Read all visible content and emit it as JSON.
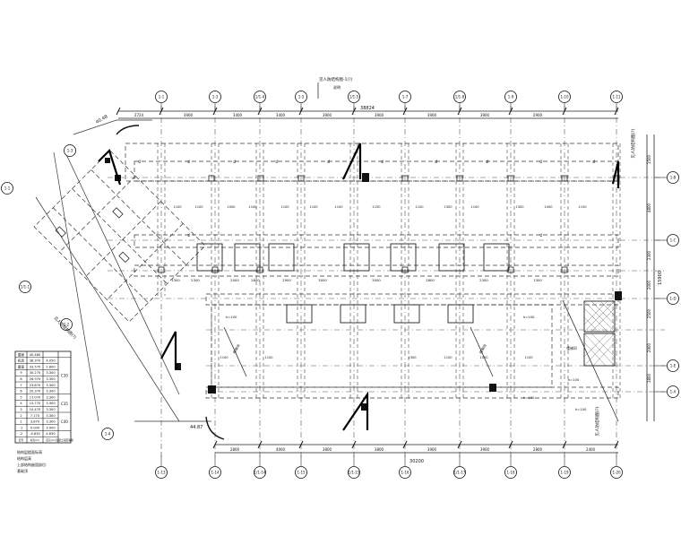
{
  "drawing": {
    "top_overall_dim": "38824",
    "bottom_overall_dim": "30200",
    "right_overall_dim": "15900",
    "left_corner_dims": [
      "40.48",
      "44.87"
    ],
    "top_note": "见人防结构图-1(?)",
    "top_note_sub": "说明",
    "right_note": "见人防结构图(?)",
    "bottom_note": "见人防结构图(?)",
    "corner_note": "见人防结构图(?)",
    "top_axes": [
      "1-1",
      "1-3",
      "1/1-4",
      "1-5",
      "1/1-5",
      "1-7",
      "1/1-8",
      "1-9",
      "1-10",
      "1-11"
    ],
    "bottom_axes": [
      "1-13",
      "1-14",
      "1/1-14",
      "1-15",
      "1/1-15",
      "1-16",
      "1/1-17",
      "1-18",
      "1-19",
      "1-20"
    ],
    "right_axes": [
      "1-B",
      "1-C",
      "1-D",
      "1-E",
      "1-A"
    ],
    "left_axes": [
      "1-1",
      "1/1-1",
      "1-2",
      "1-3",
      "1-4"
    ],
    "top_dims": [
      "2724",
      "3900",
      "3400",
      "3400",
      "3900",
      "3900",
      "3900",
      "3900",
      "2900"
    ],
    "bottom_dims": [
      "2800",
      "4000",
      "3800",
      "3800",
      "3900",
      "3900",
      "2800",
      "2400"
    ],
    "right_dims": [
      "1500",
      "4800",
      "2300",
      "2000",
      "2500",
      "2900",
      "1800"
    ],
    "row_dims": [
      "1300",
      "2300",
      "2000",
      "2800",
      "2900",
      "3000",
      "3000",
      "2800",
      "2300",
      "1300"
    ],
    "zone_labels": [
      "电梯间",
      "楼梯间",
      "楼梯间",
      "h=100",
      "h=100",
      "h=100",
      "h=100",
      "h=100"
    ],
    "beam_labels": [
      "KL",
      "KL",
      "KL",
      "KL",
      "KL",
      "KL",
      "KL",
      "KL",
      "KL",
      "KL",
      "KL",
      "KL"
    ],
    "rebar_dims": [
      "1100",
      "1100",
      "1000",
      "1100",
      "1100",
      "1100",
      "1100",
      "1150",
      "1100",
      "1300",
      "1100",
      "1300",
      "1000",
      "1150",
      "1100",
      "1100",
      "1300",
      "1100",
      "1000",
      "1100"
    ]
  },
  "table": {
    "header": [
      "屋面",
      "40.480",
      ""
    ],
    "rows": [
      [
        "机房",
        "36.370",
        "4.050"
      ],
      [
        "屋面",
        "33.570",
        "2.800"
      ],
      [
        "9",
        "30.270",
        "3.300"
      ],
      [
        "8",
        "26.970",
        "3.300"
      ],
      [
        "7",
        "23.670",
        "3.300"
      ],
      [
        "6",
        "20.370",
        "3.300"
      ],
      [
        "5",
        "17.070",
        "3.300"
      ],
      [
        "4",
        "13.770",
        "3.300"
      ],
      [
        "3",
        "10.470",
        "3.300"
      ],
      [
        "2",
        "7.170",
        "3.300"
      ],
      [
        "1",
        "3.870",
        "3.300"
      ],
      [
        "-1",
        "0.000",
        "3.900"
      ],
      [
        "-2",
        "-4.830",
        "4.830"
      ]
    ],
    "concrete": [
      "C30",
      "C35",
      "C40"
    ],
    "footer": [
      "层号",
      "标高(m)",
      "层高(m)",
      "混凝土强度等级"
    ],
    "caption_lines": [
      "结构层楼面标高",
      "结构层高",
      "上部结构嵌固部位:",
      "基础顶"
    ]
  }
}
